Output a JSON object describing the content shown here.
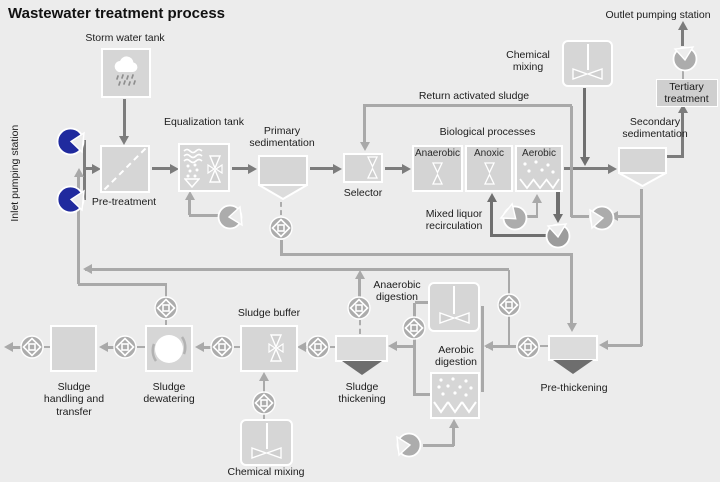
{
  "title": "Wastewater treatment process",
  "labels": {
    "storm_water_tank": "Storm water tank",
    "inlet_pumping_station": "Inlet pumping station",
    "pre_treatment": "Pre-treatment",
    "equalization_tank": "Equalization tank",
    "primary_sedimentation": "Primary sedimentation",
    "selector": "Selector",
    "return_activated_sludge": "Return activated sludge",
    "biological_processes": "Biological processes",
    "anaerobic": "Anaerobic",
    "anoxic": "Anoxic",
    "aerobic": "Aerobic",
    "chemical_mixing_top": "Chemical mixing",
    "secondary_sedimentation": "Secondary sedimentation",
    "tertiary_treatment": "Tertiary treatment",
    "outlet_pumping_station": "Outlet pumping station",
    "mixed_liquor_recirculation": "Mixed liquor recirculation",
    "anaerobic_digestion": "Anaerobic digestion",
    "aerobic_digestion": "Aerobic digestion",
    "pre_thickening": "Pre-thickening",
    "sludge_thickening": "Sludge thickening",
    "sludge_buffer": "Sludge buffer",
    "chemical_mixing_bottom": "Chemical mixing",
    "sludge_dewatering": "Sludge dewatering",
    "sludge_handling_and_transfer": "Sludge handling and transfer"
  },
  "colors": {
    "background": "#ECECEC",
    "box_fill": "#D6D6D6",
    "box_border": "#FFFFFF",
    "tertiary_box_fill": "#CFCFCF",
    "flow_main": "#7C7C7C",
    "flow_recycle": "#A9A9A9",
    "flow_dark": "#6F6F6F",
    "dark_triangle": "#6E6E6E",
    "inlet_pump_blue": "#202A9E",
    "text": "#1C1C1C"
  },
  "icons": [
    "rain-cloud-icon",
    "pump-icon",
    "inlet-pump-icon",
    "valve-icon",
    "mixer-propeller-icon",
    "vessel-agitator-icon",
    "waves-icon",
    "bubbles-icon",
    "diffuser-icon",
    "centrifuge-icon",
    "funnel-icon"
  ]
}
